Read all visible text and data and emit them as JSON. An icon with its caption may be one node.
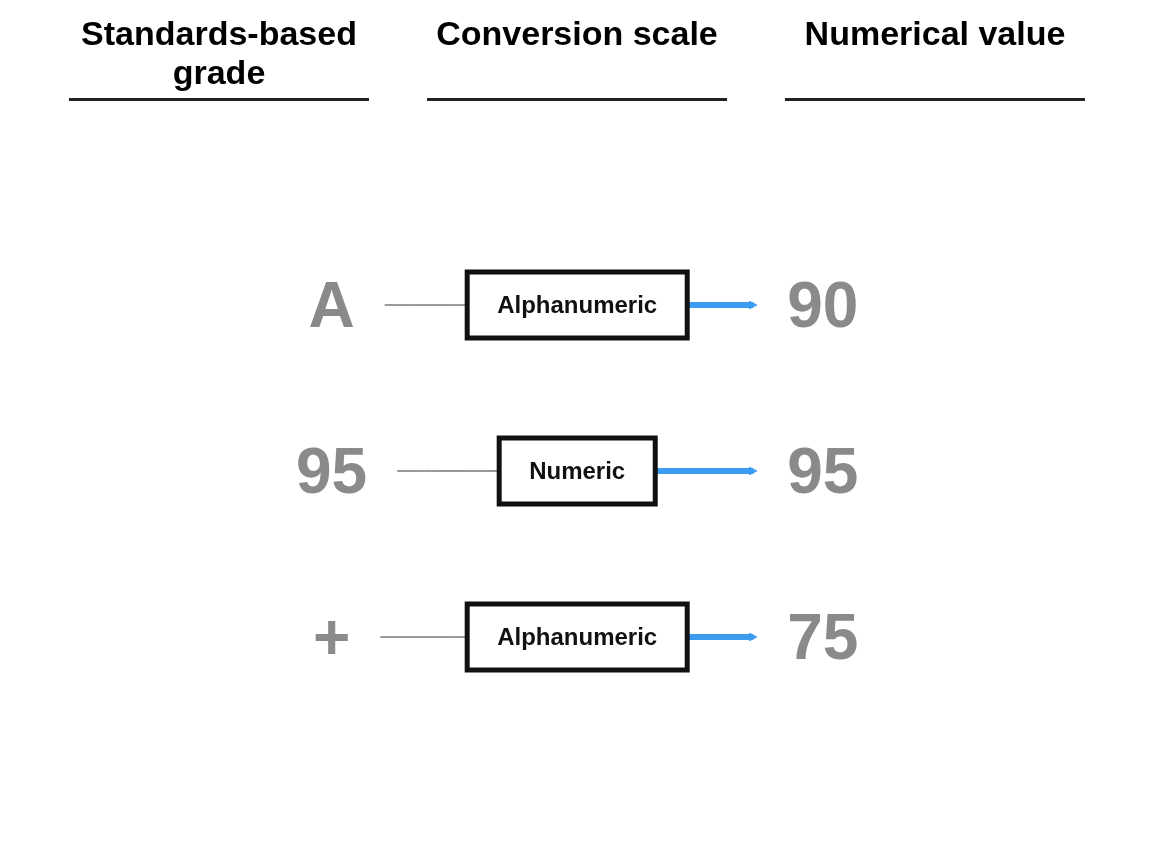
{
  "diagram": {
    "nodes": [
      {
        "text": [
          "A"
        ]
      },
      {
        "text": [
          "Alphanumeric"
        ]
      },
      {
        "text": [
          "90"
        ]
      },
      {
        "text": [
          "95"
        ]
      },
      {
        "text": [
          "Numeric"
        ]
      },
      {
        "text": [
          "95"
        ]
      },
      {
        "text": [
          "+"
        ]
      },
      {
        "text": [
          "Alphanumeric"
        ]
      },
      {
        "text": [
          "75"
        ]
      }
    ],
    "edges": [
      {
        "from": 0,
        "to": 1,
        "arrow": "none"
      },
      {
        "from": 1,
        "to": 2,
        "arrow": "to",
        "style": "thick",
        "color": "#3b9cf0"
      },
      {
        "from": 3,
        "to": 4,
        "arrow": "none"
      },
      {
        "from": 4,
        "to": 5,
        "arrow": "to",
        "style": "thick",
        "color": "#3b9cf0"
      },
      {
        "from": 6,
        "to": 7,
        "arrow": "none"
      },
      {
        "from": 7,
        "to": 8,
        "arrow": "to",
        "style": "thick",
        "color": "#3b9cf0"
      }
    ],
    "labels": [
      "Standards-based grade",
      "Conversion scale",
      "Numerical value"
    ]
  }
}
